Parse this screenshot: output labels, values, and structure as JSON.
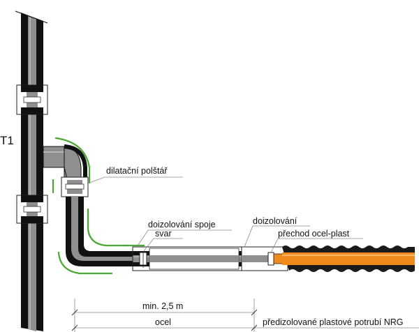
{
  "labels": {
    "pipe_tag": "T1",
    "dilation_pad": "dilatační polštář",
    "joint_insulation": "doizolování spoje",
    "weld": "svar",
    "insulation": "doizolování",
    "transition": "přechod ocel-plast",
    "min_length": "min. 2,5 m",
    "steel": "ocel",
    "plastic_pipes": "předizolované plastové potrubí NRG"
  },
  "colors": {
    "pipe_jacket": "#111111",
    "pipe_inner": "#8f8f8f",
    "coupling": "#ffffff",
    "dilation_pad": "#4aa832",
    "plastic_pipe_core": "#f08a1c",
    "plastic_pipe_jacket": "#1a1a1a",
    "leader_lines": "#8a8a8a"
  }
}
